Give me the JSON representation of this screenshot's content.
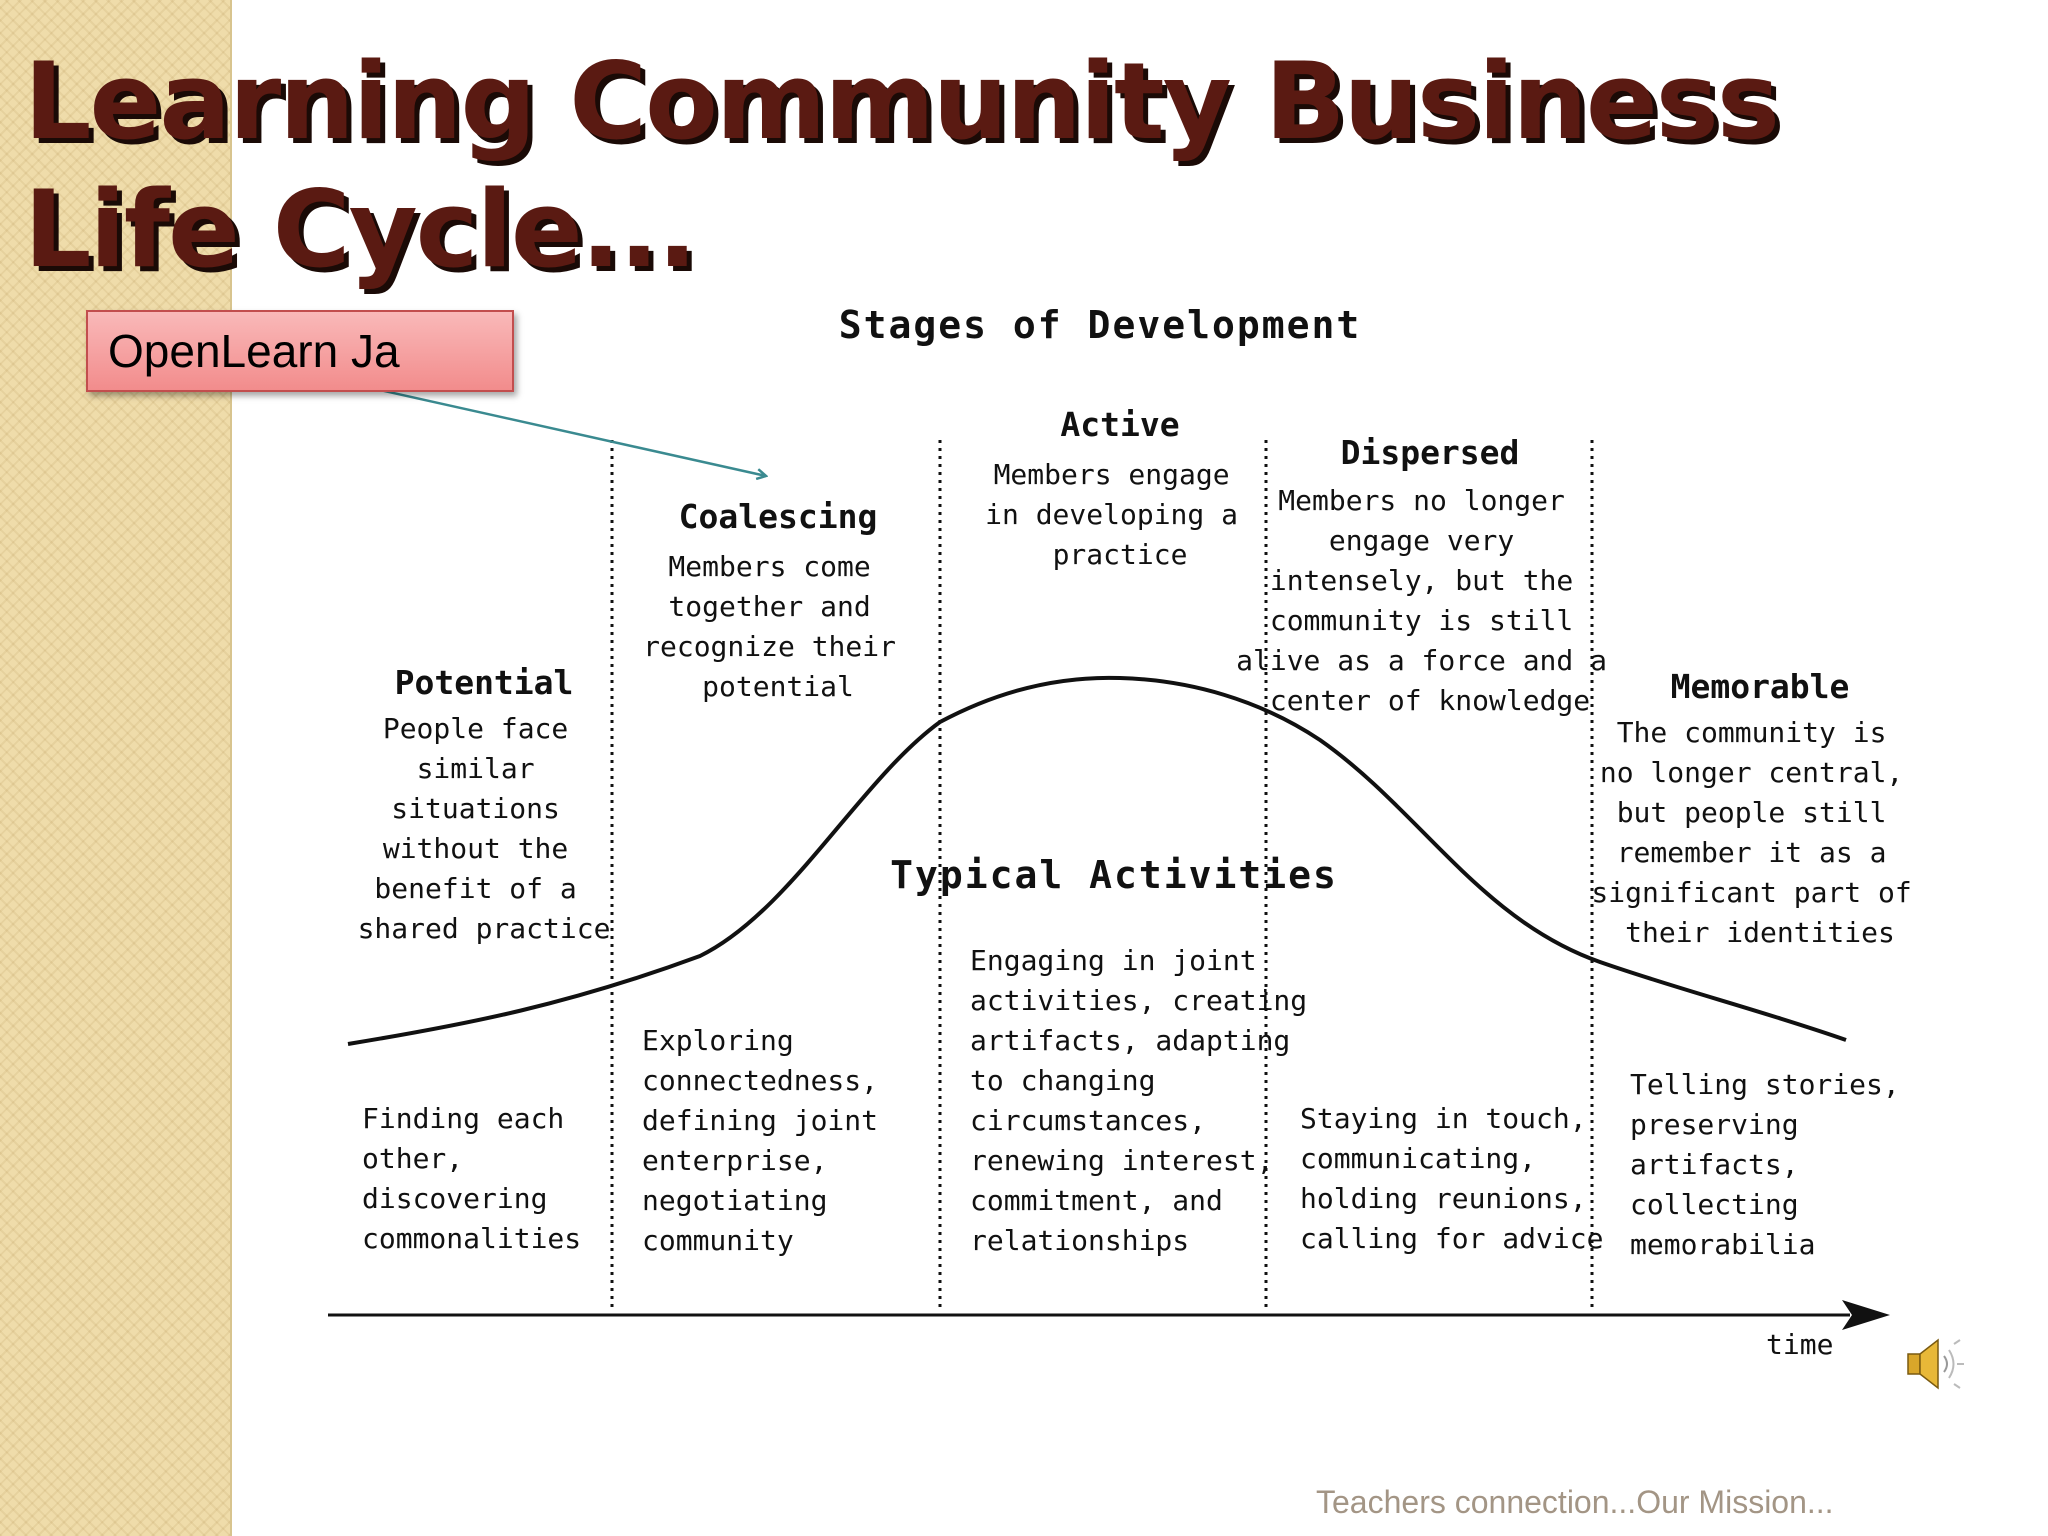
{
  "slide": {
    "title": "Learning Community Business Life Cycle...",
    "callout": "OpenLearn Ja",
    "footer": "Teachers connection...Our Mission...",
    "speaker_icon": "speaker-icon"
  },
  "diagram": {
    "title": "Stages of Development",
    "activities_heading": "Typical Activities",
    "time_label": "time",
    "stages": [
      {
        "name": "Potential",
        "description": [
          "People face",
          "similar",
          "situations",
          "without the",
          "benefit of a",
          "shared practice"
        ],
        "activities": [
          "Finding each",
          "other,",
          "discovering",
          "commonalities"
        ]
      },
      {
        "name": "Coalescing",
        "description": [
          "Members come",
          "together and",
          "recognize their",
          "potential"
        ],
        "activities": [
          "Exploring",
          "connectedness,",
          "defining joint",
          "enterprise,",
          "negotiating",
          "community"
        ]
      },
      {
        "name": "Active",
        "description": [
          "Members engage",
          "in developing a",
          "practice"
        ],
        "activities": [
          "Engaging in joint",
          "activities, creating",
          "artifacts, adapting",
          "to changing",
          "circumstances,",
          "renewing interest,",
          "commitment, and",
          "relationships"
        ]
      },
      {
        "name": "Dispersed",
        "description": [
          "Members no longer",
          "engage very",
          "intensely, but the",
          "community is still",
          "alive as a force and a",
          "center of knowledge"
        ],
        "activities": [
          "Staying in touch,",
          "communicating,",
          "holding reunions,",
          "calling for advice"
        ]
      },
      {
        "name": "Memorable",
        "description": [
          "The community is",
          "no longer central,",
          "but people still",
          "remember it as a",
          "significant part of",
          "their identities"
        ],
        "activities": [
          "Telling stories,",
          "preserving",
          "artifacts,",
          "collecting",
          "memorabilia"
        ]
      }
    ]
  },
  "colors": {
    "title": "#5a1a12",
    "title_shadow": "#1a0a06",
    "callout_fill": "#f4a0a0",
    "callout_border": "#c24e4e",
    "connector": "#3a8a90",
    "footer": "#a39585",
    "sidebar": "#efdcaa"
  }
}
